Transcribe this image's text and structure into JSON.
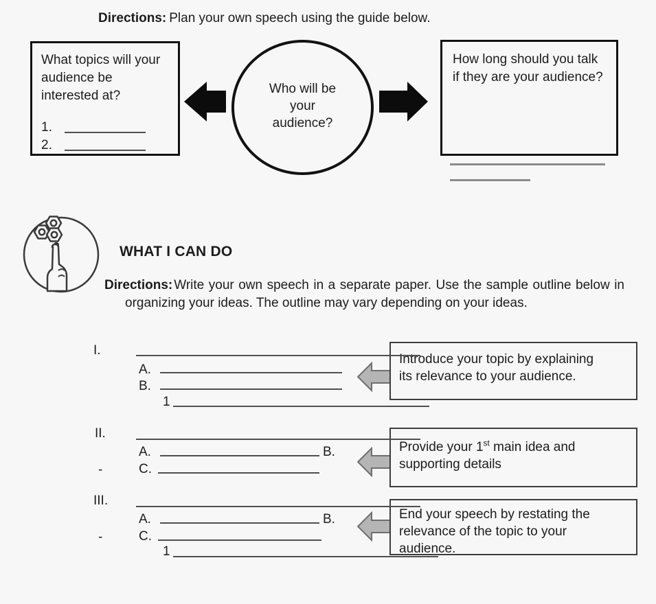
{
  "colors": {
    "paper": "#f7f7f7",
    "ink": "#1c1c1c",
    "gray_arrow_fill": "#b5b5b5",
    "gray_arrow_stroke": "#6e6e6e"
  },
  "top_directions": {
    "label": "Directions:",
    "text": "Plan your own speech using the guide below."
  },
  "diagram": {
    "left_box": {
      "question": "What topics will your audience be interested at?",
      "items": [
        {
          "num": "1."
        },
        {
          "num": "2."
        }
      ]
    },
    "circle": {
      "line1": "Who will be",
      "line2": "your",
      "line3": "audience?"
    },
    "right_box": {
      "question": "How long should you talk if they are your audience?"
    }
  },
  "what_i_can_do": {
    "title": "WHAT I CAN DO",
    "directions_label": "Directions:",
    "directions_text": "Write your own speech in a separate paper. Use the sample outline below in organizing your ideas. The outline may vary depending on your ideas."
  },
  "outline": {
    "sections": [
      {
        "numeral": "I.",
        "item_a": "A.",
        "item_b": "B.",
        "item_one": "1",
        "callout_lines": [
          "Introduce your topic by explaining",
          "its relevance to your audience."
        ]
      },
      {
        "numeral": "II.",
        "item_a": "A.",
        "item_b": "B.",
        "item_c": "C.",
        "dash": "-",
        "callout_line1_pre": "Provide your 1",
        "callout_sup": "st",
        "callout_line1_post": " main idea and",
        "callout_line2": "supporting details"
      },
      {
        "numeral": "III.",
        "item_a": "A.",
        "item_b": "B.",
        "item_c": "C.",
        "item_one": "1",
        "dash": "-",
        "callout_lines": [
          "End your speech by restating the",
          "relevance of the topic to your",
          "audience."
        ]
      }
    ]
  }
}
